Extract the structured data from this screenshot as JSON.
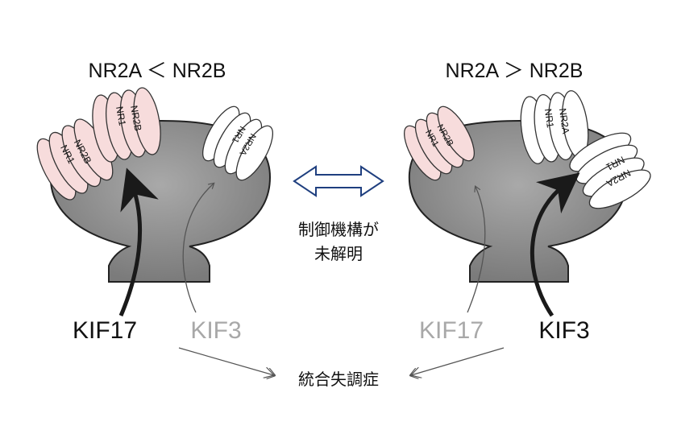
{
  "left_panel": {
    "title": "NR2A ＜ NR2B",
    "receptor_labels": {
      "nr1": "NR1",
      "nr2b": "NR2B"
    },
    "motor_strong": "KIF17",
    "motor_weak": "KIF3"
  },
  "right_panel": {
    "title": "NR2A ＞ NR2B",
    "receptor_labels": {
      "nr1": "NR1",
      "nr2a": "NR2A"
    },
    "motor_weak": "KIF17",
    "motor_strong": "KIF3"
  },
  "center": {
    "mechanism_line1": "制御機構が",
    "mechanism_line2": "未解明",
    "outcome": "統合失調症"
  },
  "colors": {
    "spine_gray": "#8f8f8f",
    "pink_receptor": "#f7dcdc",
    "white_receptor": "#ffffff",
    "double_arrow": "#1f3f7f",
    "faded_text": "#a8a8a8"
  }
}
